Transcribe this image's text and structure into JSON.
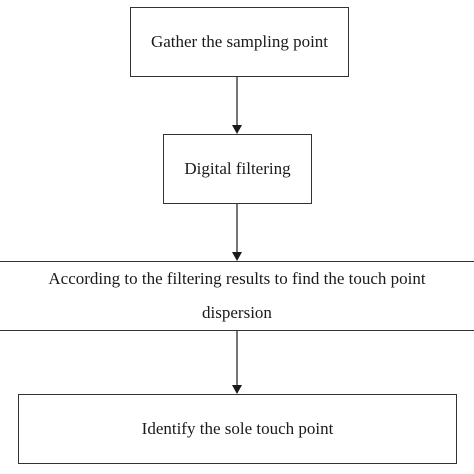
{
  "steps": [
    {
      "label": "Gather the sampling point"
    },
    {
      "label": "Digital filtering"
    },
    {
      "label": "According to the filtering results to find the touch point dispersion"
    },
    {
      "label": "Identify the sole touch point"
    }
  ]
}
